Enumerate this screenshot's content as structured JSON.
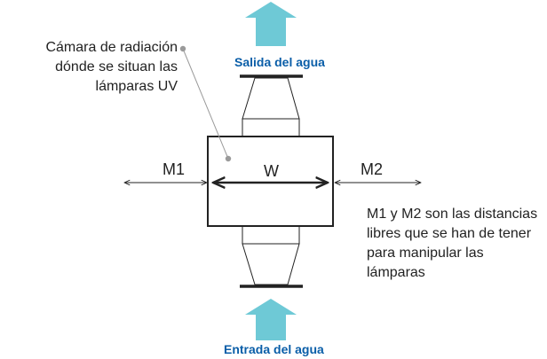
{
  "labels": {
    "callout": [
      "Cámara de radiación",
      "dónde se situan las",
      "lámparas UV"
    ],
    "outlet": "Salida del agua",
    "inlet": "Entrada del agua",
    "m1": "M1",
    "m2": "M2",
    "w": "W",
    "note": [
      "M1 y M2 son las distancias",
      "libres que se han de tener",
      "para manipular las",
      "lámparas"
    ]
  },
  "colors": {
    "arrow_fill": "#6ec9d6",
    "label_blue": "#0a5ea8",
    "line": "#222222",
    "callout_dot": "#9a9a9a"
  }
}
